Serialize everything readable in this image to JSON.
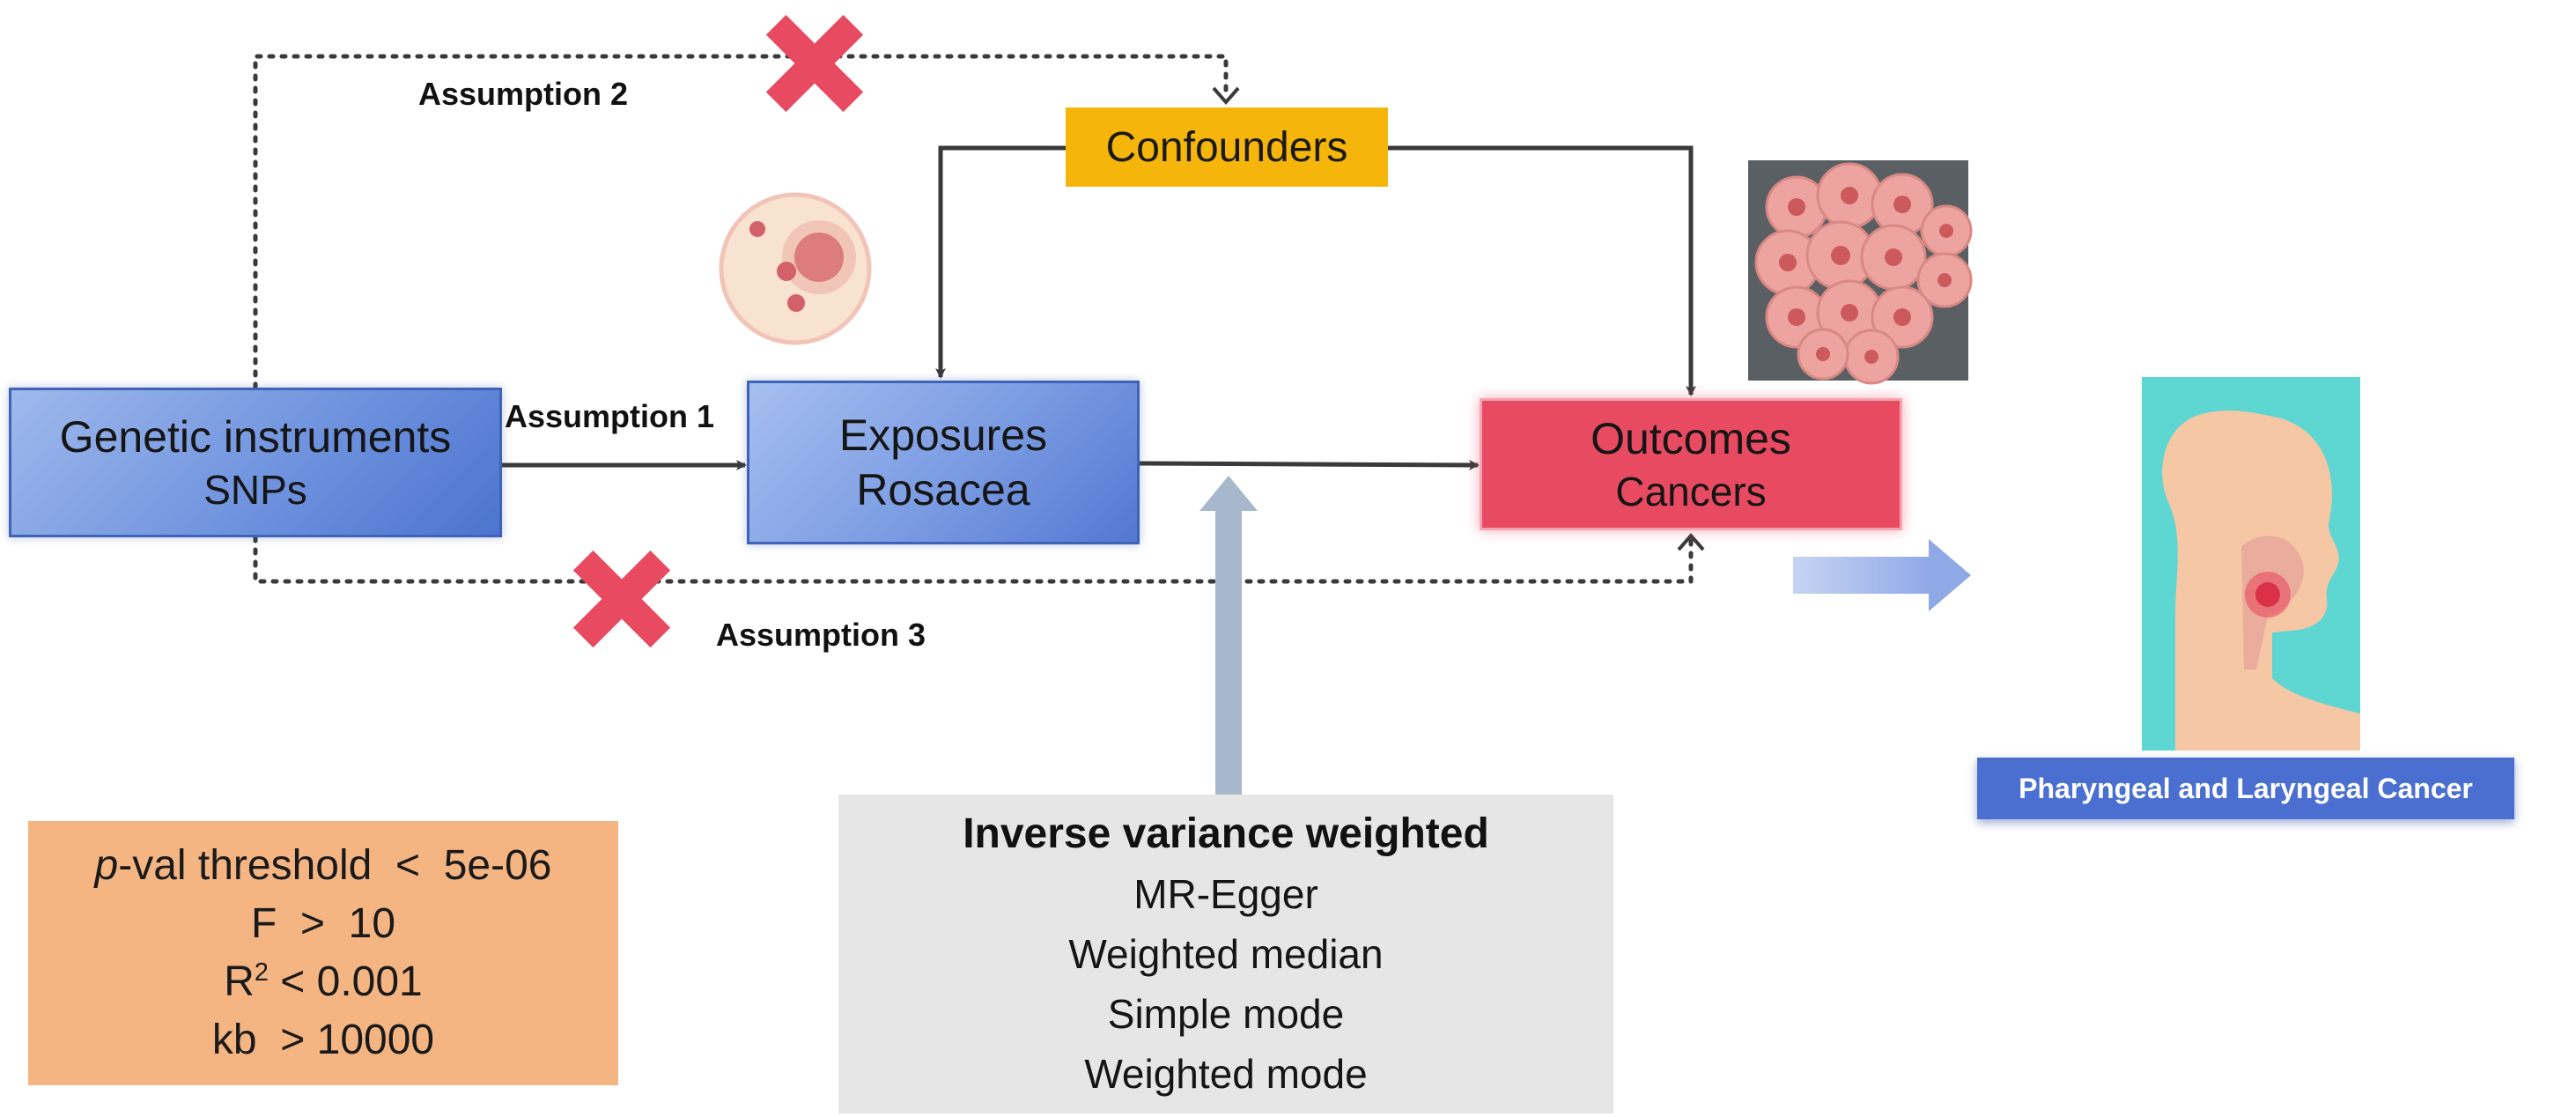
{
  "genetic_instruments": {
    "title": "Genetic instruments",
    "subtitle": "SNPs"
  },
  "exposures": {
    "title": "Exposures",
    "subtitle": "Rosacea"
  },
  "outcomes": {
    "title": "Outcomes",
    "subtitle": "Cancers"
  },
  "confounders": {
    "label": "Confounders"
  },
  "assumptions": {
    "a1": "Assumption 1",
    "a2": "Assumption 2",
    "a3": "Assumption 3"
  },
  "thresholds": {
    "pval_prefix": "p",
    "pval_rest": "-val threshold  <  5e-06",
    "f": "F  >  10",
    "r2_base": "R",
    "r2_sup": "2",
    "r2_rest": " < 0.001",
    "kb": "kb  > 10000"
  },
  "methods": {
    "primary": "Inverse variance weighted",
    "others": [
      "MR-Egger",
      "Weighted median",
      "Simple mode",
      "Weighted mode"
    ]
  },
  "cancer_label": "Pharyngeal and Laryngeal Cancer",
  "colors": {
    "blue_box": "#6f93de",
    "outcome_red": "#e84b61",
    "confounder_yellow": "#f5b50a",
    "threshold_orange": "#f5b583",
    "method_gray": "#e6e6e6",
    "cross_red": "#e84b61",
    "cancer_label_blue": "#4a6fd0"
  },
  "icons": [
    "skin-lesion-icon",
    "cell-cluster-icon",
    "throat-silhouette-icon",
    "invalid-cross-icon"
  ]
}
